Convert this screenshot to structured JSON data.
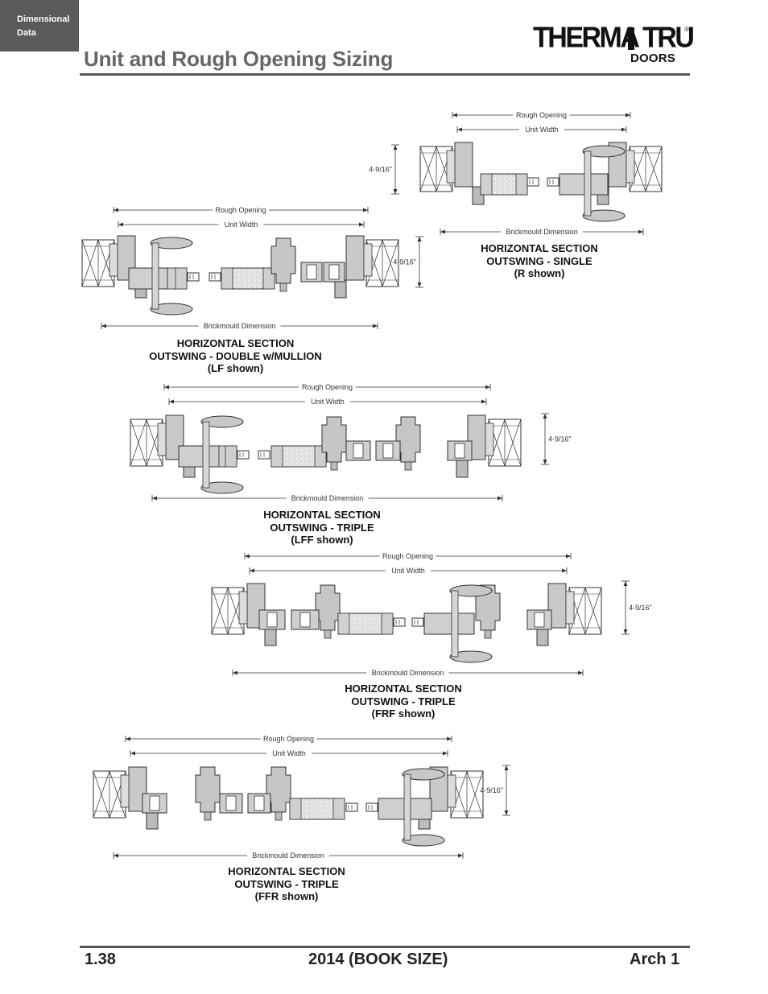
{
  "header": {
    "tab_line1": "Dimensional",
    "tab_line2": "Data",
    "title": "Unit and Rough Opening Sizing",
    "logo_word": "THERMA TRU",
    "logo_sub": "DOORS",
    "logo_reg": "®"
  },
  "dims": {
    "rough": "Rough Opening",
    "unit": "Unit Width",
    "brick": "Brickmould Dimension",
    "depth": "4-9/16\""
  },
  "captions": [
    {
      "l1": "HORIZONTAL SECTION",
      "l2": "OUTSWING - SINGLE",
      "l3": "(R shown)"
    },
    {
      "l1": "HORIZONTAL SECTION",
      "l2": "OUTSWING - DOUBLE w/MULLION",
      "l3": "(LF shown)"
    },
    {
      "l1": "HORIZONTAL SECTION",
      "l2": "OUTSWING - TRIPLE",
      "l3": "(LFF shown)"
    },
    {
      "l1": "HORIZONTAL SECTION",
      "l2": "OUTSWING - TRIPLE",
      "l3": "(FRF shown)"
    },
    {
      "l1": "HORIZONTAL SECTION",
      "l2": "OUTSWING - TRIPLE",
      "l3": "(FFR shown)"
    }
  ],
  "footer": {
    "page": "1.38",
    "edition": "2014 (BOOK SIZE)",
    "section": "Arch 1"
  }
}
